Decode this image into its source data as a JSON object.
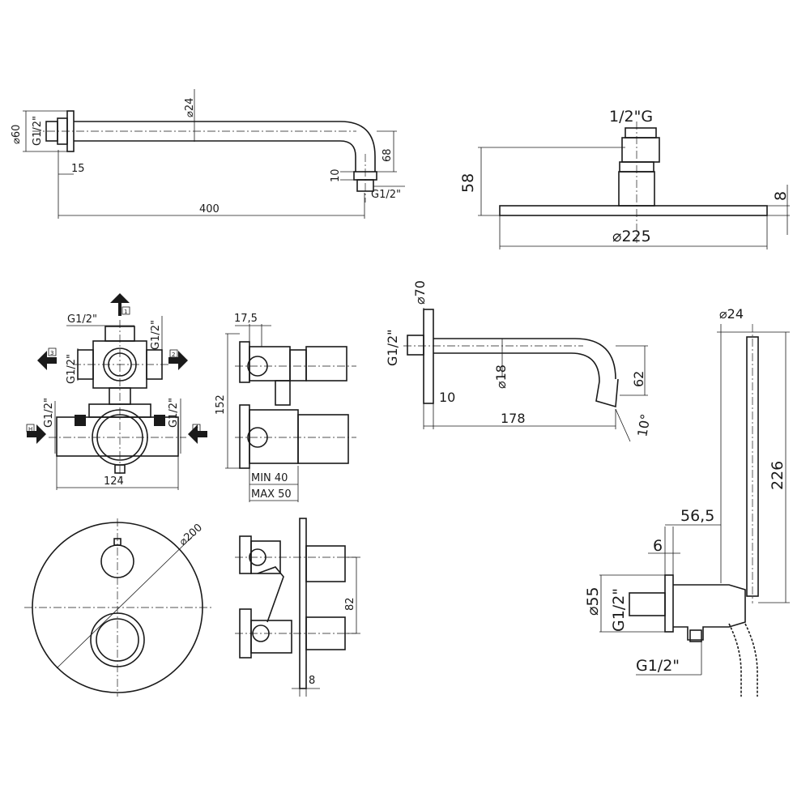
{
  "shower_arm": {
    "flange_dia": "⌀60",
    "thread_left": "G1/2\"",
    "pipe_dia": "⌀24",
    "offset": "15",
    "drop": "68",
    "end_len": "10",
    "thread_right": "G1/2\"",
    "length": "400"
  },
  "shower_head": {
    "thread": "1/2\"G",
    "height": "58",
    "thickness": "8",
    "diameter": "⌀225"
  },
  "spout": {
    "flange_dia": "⌀70",
    "thread": "G1/2\"",
    "pipe_dia": "⌀18",
    "offset": "10",
    "length": "178",
    "drop": "62",
    "angle": "10°"
  },
  "hand_shower": {
    "pipe_dia": "⌀24",
    "length": "226",
    "depth": "56,5",
    "plate": "6",
    "flange_dia": "⌀55",
    "thread_in": "G1/2\"",
    "thread_out": "G1/2\""
  },
  "valve_front": {
    "thread_top": "G1/2\"",
    "thread_right_top": "G1/2\"",
    "thread_left_top": "G1/2\"",
    "thread_left_bottom": "G1/2\"",
    "thread_right_bottom": "G1/2\"",
    "width": "124",
    "port_1": "1",
    "port_2": "2",
    "port_3": "3",
    "port_hot": "H",
    "port_cold": "C"
  },
  "valve_side": {
    "top_offset": "17,5",
    "height": "152",
    "min_depth": "MIN 40",
    "max_depth": "MAX 50"
  },
  "trim_plate": {
    "diameter": "⌀200",
    "height": "82",
    "thickness": "8"
  }
}
